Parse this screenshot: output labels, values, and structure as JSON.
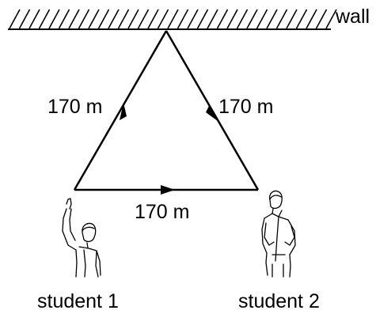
{
  "diagram": {
    "wall_label": "wall",
    "edges": {
      "left": "170 m",
      "right": "170 m",
      "bottom": "170 m"
    },
    "students": {
      "one": "student 1",
      "two": "student 2"
    }
  }
}
